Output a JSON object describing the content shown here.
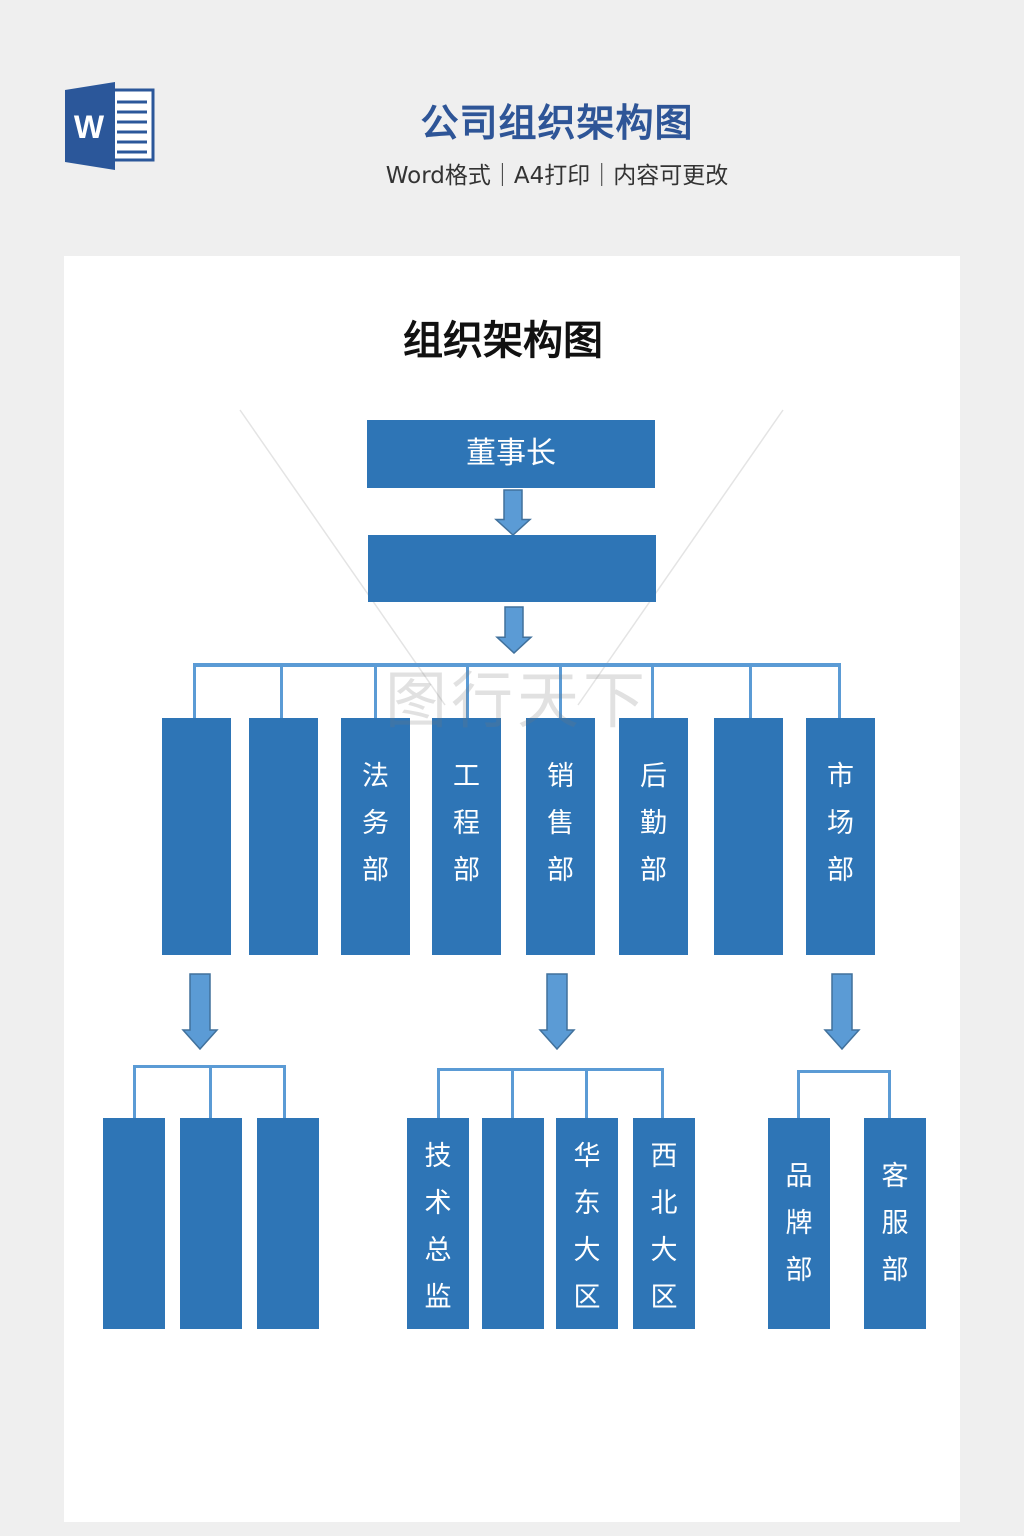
{
  "header": {
    "title": "公司组织架构图",
    "subtitle": "Word格式｜A4打印｜内容可更改",
    "icon": "word-icon",
    "icon_letter": "W"
  },
  "document": {
    "title": "组织架构图",
    "watermark": "图行天下"
  },
  "colors": {
    "box": "#2e75b6",
    "connector": "#5b9bd5",
    "header_title": "#2e5597"
  },
  "chart": {
    "top": {
      "label": "董事长"
    },
    "second": {
      "label": ""
    },
    "departments": [
      {
        "label": ""
      },
      {
        "label": ""
      },
      {
        "label": "法务部"
      },
      {
        "label": "工程部"
      },
      {
        "label": "销售部"
      },
      {
        "label": "后勤部"
      },
      {
        "label": ""
      },
      {
        "label": "市场部"
      }
    ],
    "group1": [
      {
        "label": ""
      },
      {
        "label": ""
      },
      {
        "label": ""
      }
    ],
    "group2": [
      {
        "label": "技术总监"
      },
      {
        "label": ""
      },
      {
        "label": "华东大区"
      },
      {
        "label": "西北大区"
      }
    ],
    "group3": [
      {
        "label": "品牌部"
      },
      {
        "label": "客服部"
      }
    ]
  }
}
